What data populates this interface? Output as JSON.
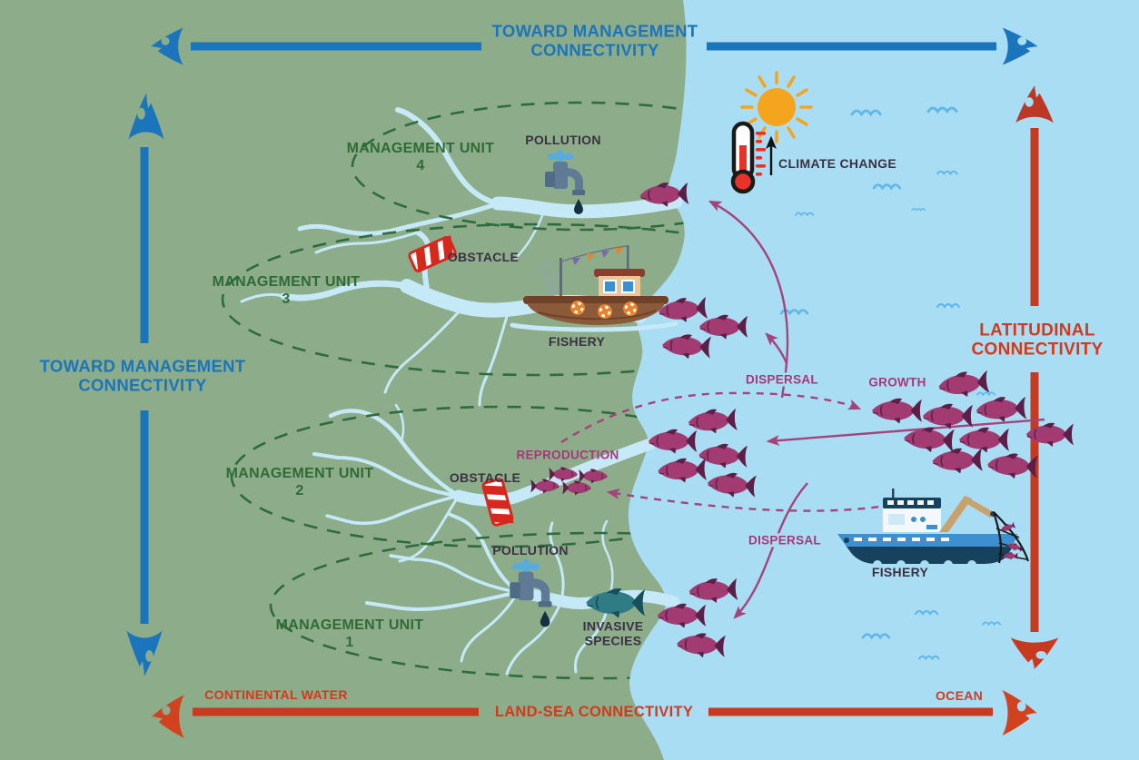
{
  "axes": {
    "top": {
      "label": "TOWARD MANAGEMENT CONNECTIVITY",
      "color": "#1B75BC"
    },
    "left": {
      "label": "TOWARD MANAGEMENT CONNECTIVITY",
      "color": "#1B75BC"
    },
    "right": {
      "label": "LATITUDINAL CONNECTIVITY",
      "color": "#D23A1E"
    },
    "bottom": {
      "label": "LAND-SEA CONNECTIVITY",
      "start_label": "CONTINENTAL WATER",
      "end_label": "OCEAN",
      "color": "#D23A1E"
    }
  },
  "management_units": [
    {
      "label": "MANAGEMENT UNIT 4"
    },
    {
      "label": "MANAGEMENT UNIT 3"
    },
    {
      "label": "MANAGEMENT UNIT 2"
    },
    {
      "label": "MANAGEMENT UNIT 1"
    }
  ],
  "processes": {
    "dispersal_north": "DISPERSAL",
    "dispersal_south": "DISPERSAL",
    "growth": "GROWTH",
    "reproduction": "REPRODUCTION"
  },
  "pressures": {
    "pollution_mu4": "POLLUTION",
    "pollution_mu1": "POLLUTION",
    "obstacle_mu3": "OBSTACLE",
    "obstacle_mu2": "OBSTACLE",
    "fishery_mu3": "FISHERY",
    "fishery_sea": "FISHERY",
    "invasive_species": "INVASIVE SPECIES",
    "climate_change": "CLIMATE CHANGE"
  },
  "icons": {
    "fish_head_arrow": "fish-head-arrow-icon",
    "fish": "fish-icon",
    "sun": "sun-icon",
    "thermometer": "thermometer-icon",
    "faucet": "faucet-icon",
    "barrier": "striped-barrier-icon",
    "wooden_fishing_boat": "wooden-fishing-boat-icon",
    "trawler": "trawler-boat-icon",
    "wave": "wave-icon",
    "water_drop": "water-drop-icon"
  },
  "palette": {
    "land": "#8CAC8A",
    "sea": "#A9DDF4",
    "river": "#C6E9F8",
    "axis_blue": "#1B75BC",
    "axis_red": "#C83A20",
    "magenta": "#A6387A",
    "fish_body": "#A13B72",
    "fish_dark": "#5C1F47",
    "green_label": "#2F6B37",
    "dark_label": "#3A3142",
    "unit_outline": "#2F6B3C"
  }
}
